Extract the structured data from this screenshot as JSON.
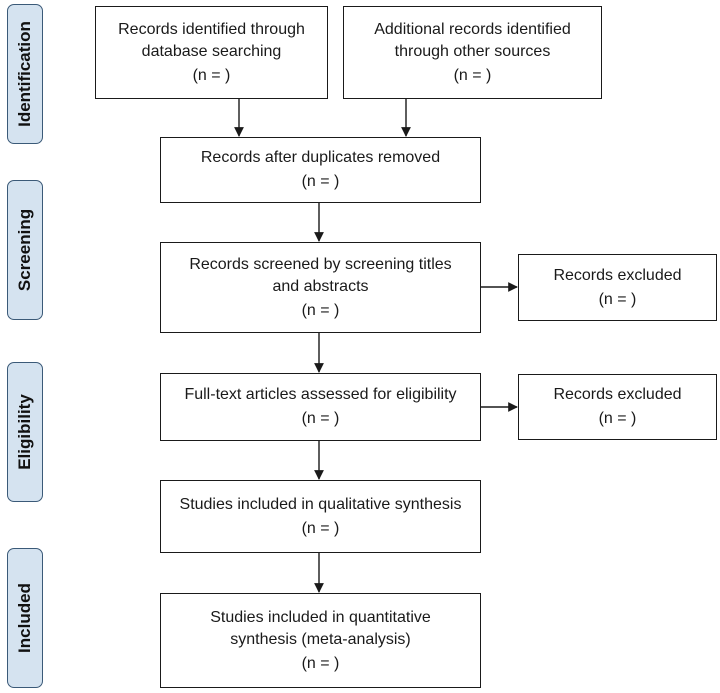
{
  "stages": [
    {
      "id": "identification",
      "label": "Identification"
    },
    {
      "id": "screening",
      "label": "Screening"
    },
    {
      "id": "eligibility",
      "label": "Eligibility"
    },
    {
      "id": "included",
      "label": "Included"
    }
  ],
  "boxes": {
    "database": {
      "lines": [
        "Records identified through",
        "database searching"
      ],
      "count": "(n = )"
    },
    "other_sources": {
      "lines": [
        "Additional records identified",
        "through other sources"
      ],
      "count": "(n = )"
    },
    "duplicates_removed": {
      "lines": [
        "Records after duplicates removed"
      ],
      "count": "(n = )"
    },
    "screened": {
      "lines": [
        "Records screened by screening titles",
        "and abstracts"
      ],
      "count": "(n = )"
    },
    "excluded_screening": {
      "lines": [
        "Records excluded"
      ],
      "count": "(n = )"
    },
    "fulltext": {
      "lines": [
        "Full-text articles assessed for eligibility"
      ],
      "count": "(n = )"
    },
    "excluded_eligibility": {
      "lines": [
        "Records excluded"
      ],
      "count": "(n = )"
    },
    "qualitative": {
      "lines": [
        "Studies included in qualitative synthesis"
      ],
      "count": "(n = )"
    },
    "quantitative": {
      "lines": [
        "Studies included in quantitative",
        "synthesis (meta-analysis)"
      ],
      "count": "(n = )"
    }
  }
}
